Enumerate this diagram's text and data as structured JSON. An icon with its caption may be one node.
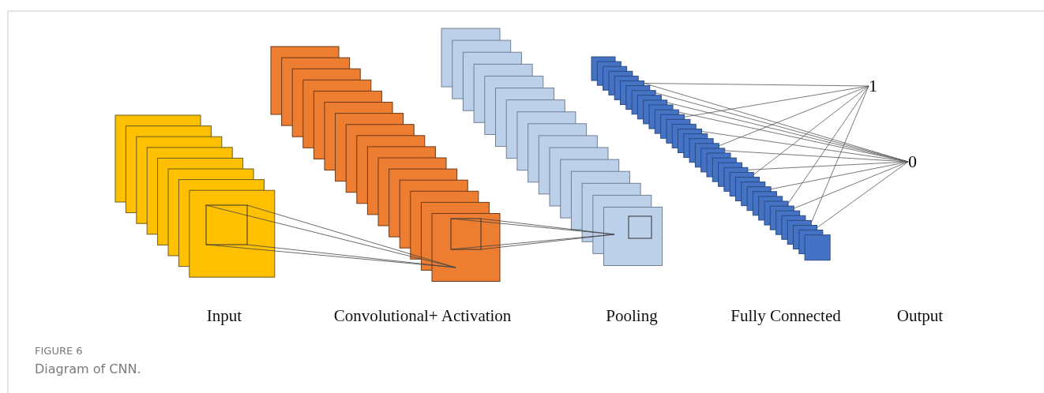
{
  "diagram": {
    "caption": "Diagram of CNN.",
    "nodes": [
      {
        "text": [
          "1"
        ]
      },
      {
        "text": [
          "0"
        ]
      },
      {
        "text": [],
        "shape": "box"
      }
    ],
    "edges": [
      {
        "from": 2,
        "to": 0,
        "arrow": "none"
      },
      {
        "from": 2,
        "to": 1,
        "arrow": "none"
      }
    ],
    "labels": [
      "Input",
      "Convolutional+ Activation",
      "Pooling",
      "Fully Connected",
      "Output",
      "FIGURE 6"
    ]
  }
}
